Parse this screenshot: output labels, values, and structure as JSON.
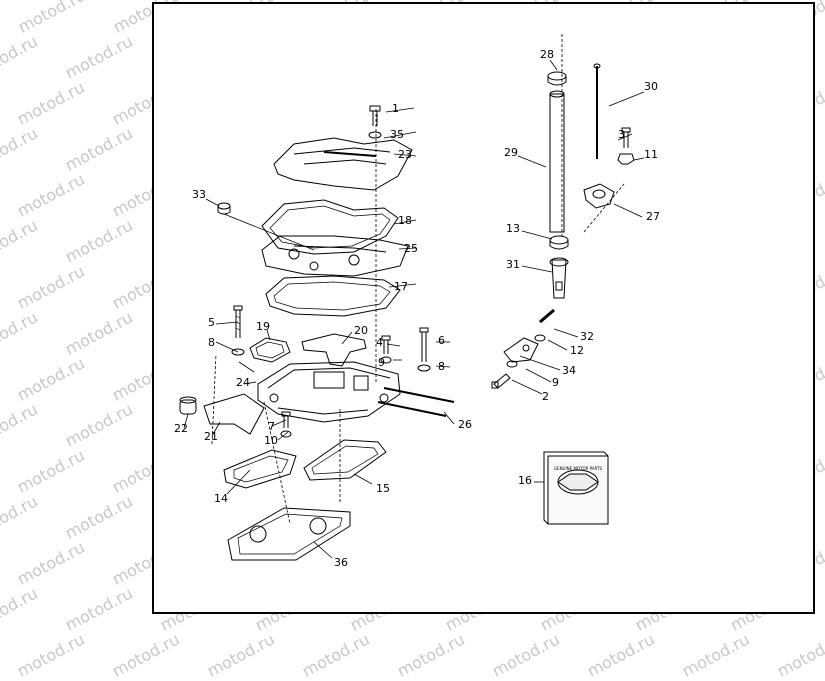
{
  "watermark": "motod.ru",
  "callouts": [
    "1",
    "35",
    "23",
    "33",
    "18",
    "25",
    "17",
    "5",
    "19",
    "20",
    "4",
    "6",
    "8",
    "8",
    "9",
    "24",
    "22",
    "21",
    "7",
    "10",
    "26",
    "14",
    "15",
    "36",
    "28",
    "30",
    "3",
    "29",
    "11",
    "27",
    "13",
    "31",
    "32",
    "12",
    "34",
    "9",
    "2",
    "16"
  ],
  "package_label": "GENUINE MOTOR PARTS"
}
